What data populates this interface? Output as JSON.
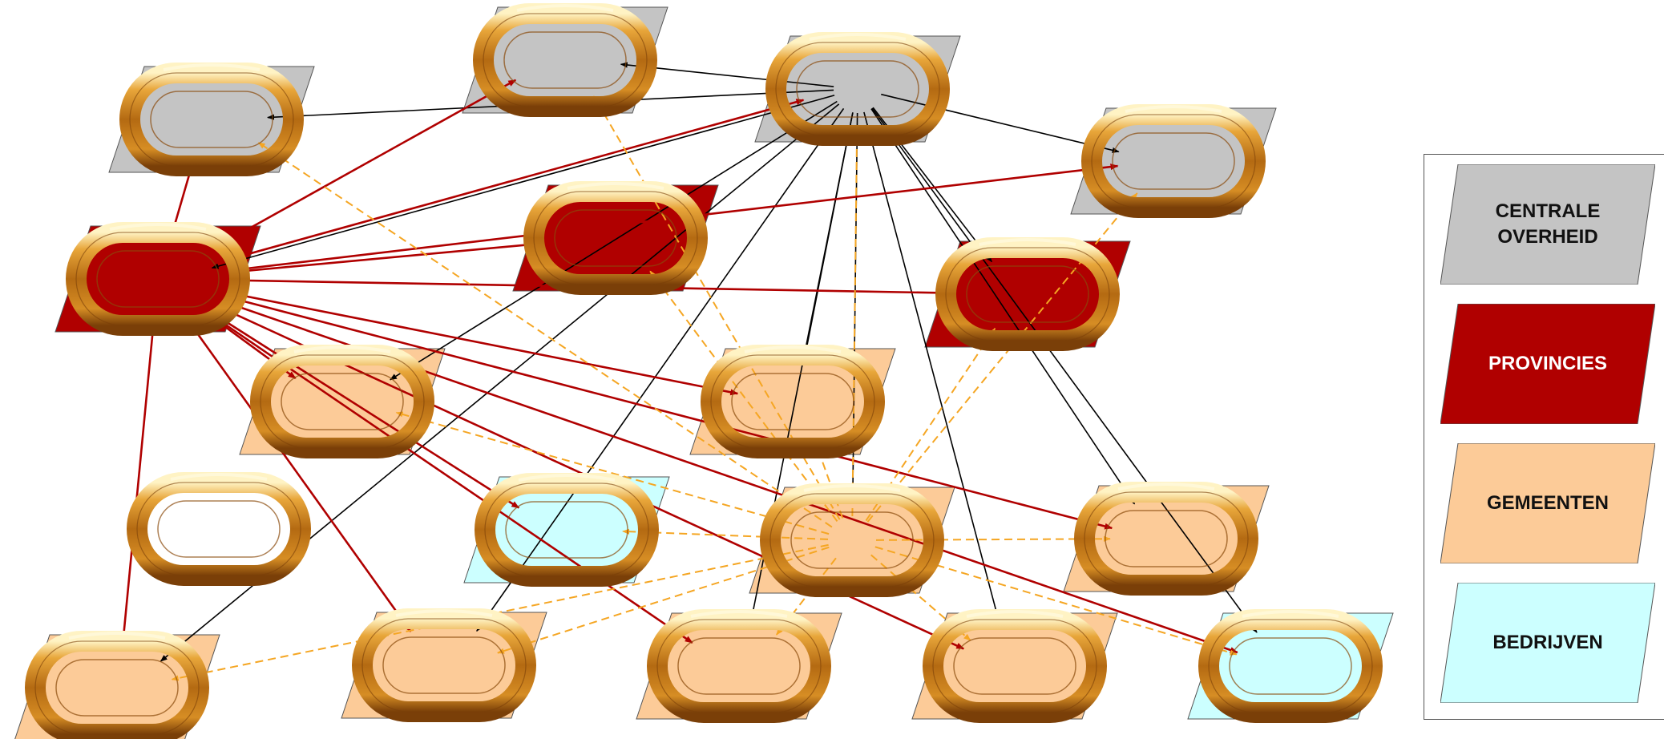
{
  "colors": {
    "centrale_overheid": "#c4c4c4",
    "provincies": "#b00000",
    "gemeenten": "#fccb98",
    "bedrijven": "#ccffff",
    "edge_black": "#000000",
    "edge_red": "#b00000",
    "edge_dashed": "#f5a623",
    "ring_gold": "#d08a1e"
  },
  "legend": [
    {
      "id": "centrale",
      "label": "CENTRALE\nOVERHEID",
      "color": "#c4c4c4"
    },
    {
      "id": "provincies",
      "label": "PROVINCIES",
      "color": "#b00000"
    },
    {
      "id": "gemeenten",
      "label": "GEMEENTEN",
      "color": "#fccb98"
    },
    {
      "id": "bedrijven",
      "label": "BEDRIJVEN",
      "color": "#ccffff"
    }
  ],
  "nodes": [
    {
      "id": "co_left",
      "category": "centrale"
    },
    {
      "id": "co_mid",
      "category": "centrale"
    },
    {
      "id": "co_top",
      "category": "centrale"
    },
    {
      "id": "co_right",
      "category": "centrale"
    },
    {
      "id": "prov_left",
      "category": "provincies"
    },
    {
      "id": "prov_mid",
      "category": "provincies"
    },
    {
      "id": "prov_right",
      "category": "provincies"
    },
    {
      "id": "gem_a",
      "category": "gemeenten"
    },
    {
      "id": "gem_b",
      "category": "gemeenten"
    },
    {
      "id": "gem_hub",
      "category": "gemeenten"
    },
    {
      "id": "gem_c",
      "category": "gemeenten"
    },
    {
      "id": "gem_d",
      "category": "gemeenten"
    },
    {
      "id": "gem_e",
      "category": "gemeenten"
    },
    {
      "id": "gem_f",
      "category": "gemeenten"
    },
    {
      "id": "gem_g",
      "category": "gemeenten"
    },
    {
      "id": "bed_mid",
      "category": "bedrijven"
    },
    {
      "id": "bed_right",
      "category": "bedrijven"
    },
    {
      "id": "ring_only",
      "category": "none"
    }
  ],
  "edges": [
    {
      "from": "co_top",
      "to": "co_mid",
      "type": "black"
    },
    {
      "from": "co_top",
      "to": "co_left",
      "type": "black"
    },
    {
      "from": "co_top",
      "to": "co_right",
      "type": "black"
    },
    {
      "from": "co_top",
      "to": "prov_left",
      "type": "black"
    },
    {
      "from": "co_top",
      "to": "prov_right",
      "type": "black"
    },
    {
      "from": "co_top",
      "to": "gem_a",
      "type": "black"
    },
    {
      "from": "co_top",
      "to": "gem_b",
      "type": "black"
    },
    {
      "from": "co_top",
      "to": "gem_hub",
      "type": "black"
    },
    {
      "from": "co_top",
      "to": "gem_c",
      "type": "black"
    },
    {
      "from": "co_top",
      "to": "gem_e",
      "type": "black"
    },
    {
      "from": "co_top",
      "to": "gem_f",
      "type": "black"
    },
    {
      "from": "co_top",
      "to": "gem_g",
      "type": "black"
    },
    {
      "from": "co_top",
      "to": "gem_d",
      "type": "black"
    },
    {
      "from": "co_top",
      "to": "bed_right",
      "type": "black"
    },
    {
      "from": "prov_left",
      "to": "co_left",
      "type": "red"
    },
    {
      "from": "prov_left",
      "to": "co_mid",
      "type": "red"
    },
    {
      "from": "prov_left",
      "to": "co_top",
      "type": "red"
    },
    {
      "from": "prov_left",
      "to": "co_right",
      "type": "red"
    },
    {
      "from": "prov_left",
      "to": "prov_mid",
      "type": "red"
    },
    {
      "from": "prov_left",
      "to": "prov_right",
      "type": "red"
    },
    {
      "from": "prov_left",
      "to": "gem_a",
      "type": "red"
    },
    {
      "from": "prov_left",
      "to": "gem_b",
      "type": "red"
    },
    {
      "from": "prov_left",
      "to": "bed_mid",
      "type": "red"
    },
    {
      "from": "prov_left",
      "to": "gem_c",
      "type": "red"
    },
    {
      "from": "prov_left",
      "to": "gem_d",
      "type": "red"
    },
    {
      "from": "prov_left",
      "to": "gem_e",
      "type": "red"
    },
    {
      "from": "prov_left",
      "to": "gem_f",
      "type": "red"
    },
    {
      "from": "prov_left",
      "to": "gem_g",
      "type": "red"
    },
    {
      "from": "prov_left",
      "to": "bed_right",
      "type": "red"
    },
    {
      "from": "gem_hub",
      "to": "co_left",
      "type": "dashed"
    },
    {
      "from": "gem_hub",
      "to": "co_mid",
      "type": "dashed"
    },
    {
      "from": "gem_hub",
      "to": "co_top",
      "type": "dashed"
    },
    {
      "from": "gem_hub",
      "to": "co_right",
      "type": "dashed"
    },
    {
      "from": "gem_hub",
      "to": "prov_mid",
      "type": "dashed"
    },
    {
      "from": "gem_hub",
      "to": "prov_right",
      "type": "dashed"
    },
    {
      "from": "gem_hub",
      "to": "gem_a",
      "type": "dashed"
    },
    {
      "from": "gem_hub",
      "to": "gem_b",
      "type": "dashed"
    },
    {
      "from": "gem_hub",
      "to": "bed_mid",
      "type": "dashed"
    },
    {
      "from": "gem_hub",
      "to": "gem_c",
      "type": "dashed"
    },
    {
      "from": "gem_hub",
      "to": "gem_d",
      "type": "dashed"
    },
    {
      "from": "gem_hub",
      "to": "gem_e",
      "type": "dashed"
    },
    {
      "from": "gem_hub",
      "to": "gem_f",
      "type": "dashed"
    },
    {
      "from": "gem_hub",
      "to": "gem_g",
      "type": "dashed"
    },
    {
      "from": "gem_hub",
      "to": "bed_right",
      "type": "dashed"
    }
  ]
}
